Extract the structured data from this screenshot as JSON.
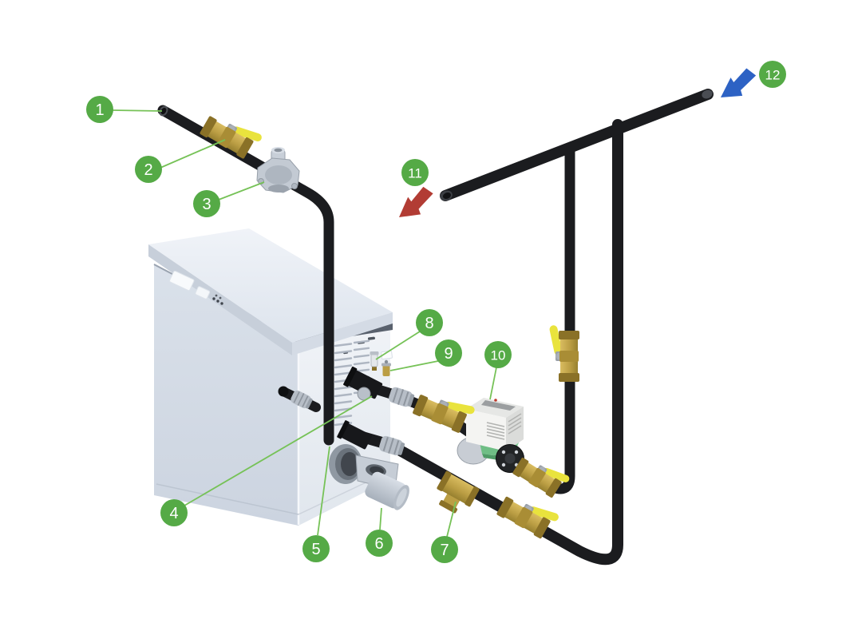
{
  "diagram": {
    "description": "Isometric installation diagram of a water heater unit with gas supply piping, shutoff valves, regulator, circulator pump, vent fittings and water inlet/outlet lines identified by numbered callouts.",
    "callouts": [
      {
        "number": "1",
        "target": "gas-supply-pipe-inlet"
      },
      {
        "number": "2",
        "target": "gas-shutoff-ball-valve"
      },
      {
        "number": "3",
        "target": "gas-pressure-regulator"
      },
      {
        "number": "4",
        "target": "gas-connection-fitting"
      },
      {
        "number": "5",
        "target": "gas-pipe-drop"
      },
      {
        "number": "6",
        "target": "vent-elbow-outlet"
      },
      {
        "number": "7",
        "target": "cold-line-tee-fitting"
      },
      {
        "number": "8",
        "target": "air-vent-fitting"
      },
      {
        "number": "9",
        "target": "relief-valve-fitting"
      },
      {
        "number": "10",
        "target": "circulator-pump"
      },
      {
        "number": "11",
        "target": "hot-water-outlet-flow"
      },
      {
        "number": "12",
        "target": "cold-water-inlet-flow"
      }
    ],
    "flow_arrows": [
      {
        "callout": "12",
        "color_name": "blue",
        "direction": "inlet"
      },
      {
        "callout": "11",
        "color_name": "red",
        "direction": "outlet"
      }
    ],
    "colors": {
      "background": "#ffffff",
      "accent_green": "#55aa46",
      "leader_green": "#76c257",
      "arrow_blue": "#2d62c4",
      "arrow_red": "#b23c34",
      "pipe_black": "#1b1c1f",
      "brass": "#bb9e44",
      "brass_dark": "#8a7127",
      "handle_yellow": "#e9e33d",
      "unit_body": "#dfe6ee",
      "metal_gray": "#c2cad3",
      "pump_green": "#6fbe85"
    }
  }
}
